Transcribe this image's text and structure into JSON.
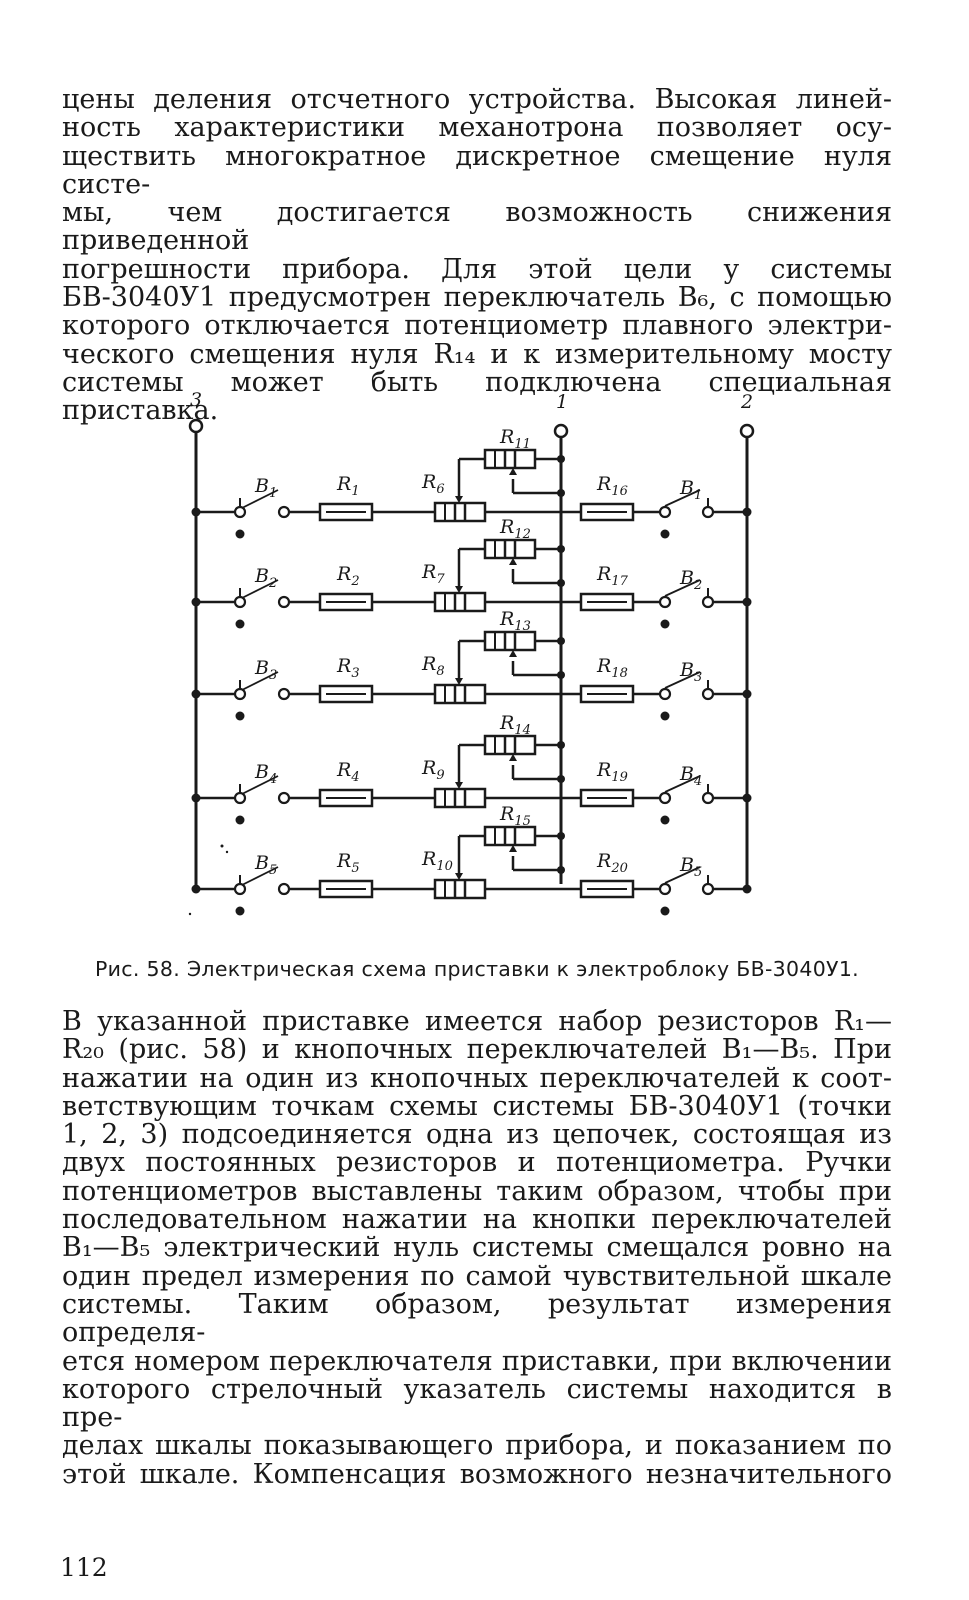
{
  "paragraph_top": {
    "lines": [
      "цены деления отсчетного устройства. Высокая линей-",
      "ность характеристики механотрона позволяет осу-",
      "ществить многократное дискретное смещение нуля систе-",
      "мы, чем достигается возможность снижения приведенной",
      "погрешности прибора. Для этой цели у системы",
      "БВ-3040У1 предусмотрен переключатель B₆, с помощью",
      "которого отключается потенциометр плавного электри-",
      "ческого смещения нуля R₁₄ и к измерительному мосту",
      "системы может быть подключена специальная приставка."
    ]
  },
  "figure": {
    "terminals": {
      "t3": "3",
      "t1": "1",
      "t2": "2"
    },
    "rows": [
      {
        "switch": "B",
        "switch_sub": "1",
        "r_left": "R",
        "r_left_sub": "1",
        "pot": "R",
        "pot_sub": "6",
        "pot_top": "R",
        "pot_top_sub": "11",
        "r_right": "R",
        "r_right_sub": "16"
      },
      {
        "switch": "B",
        "switch_sub": "2",
        "r_left": "R",
        "r_left_sub": "2",
        "pot": "R",
        "pot_sub": "7",
        "pot_top": "R",
        "pot_top_sub": "12",
        "r_right": "R",
        "r_right_sub": "17"
      },
      {
        "switch": "B",
        "switch_sub": "3",
        "r_left": "R",
        "r_left_sub": "3",
        "pot": "R",
        "pot_sub": "8",
        "pot_top": "R",
        "pot_top_sub": "13",
        "r_right": "R",
        "r_right_sub": "18"
      },
      {
        "switch": "B",
        "switch_sub": "4",
        "r_left": "R",
        "r_left_sub": "4",
        "pot": "R",
        "pot_sub": "9",
        "pot_top": "R",
        "pot_top_sub": "14",
        "r_right": "R",
        "r_right_sub": "19"
      },
      {
        "switch": "B",
        "switch_sub": "5",
        "r_left": "R",
        "r_left_sub": "5",
        "pot": "R",
        "pot_sub": "10",
        "pot_top": "R",
        "pot_top_sub": "15",
        "r_right": "R",
        "r_right_sub": "20"
      }
    ],
    "caption": "Рис. 58. Электрическая схема приставки к электроблоку БВ-3040У1."
  },
  "paragraph_bottom": {
    "lines": [
      "В указанной приставке имеется набор резисторов R₁—",
      "R₂₀ (рис. 58) и кнопочных переключателей B₁—B₅. При",
      "нажатии на один из кнопочных переключателей к соот-",
      "ветствующим точкам схемы системы БВ-3040У1 (точки",
      "1, 2, 3) подсоединяется одна из цепочек, состоящая из",
      "двух постоянных резисторов и потенциометра. Ручки",
      "потенциометров выставлены таким образом, чтобы при",
      "последовательном нажатии на кнопки переключателей",
      "B₁—B₅ электрический нуль системы смещался ровно на",
      "один предел измерения по самой чувствительной шкале",
      "системы. Таким образом, результат измерения определя-",
      "ется номером переключателя приставки, при включении",
      "которого стрелочный указатель системы находится в пре-",
      "делах шкалы показывающего прибора, и показанием по",
      "этой шкале. Компенсация возможного незначительного"
    ]
  },
  "page_number": "112"
}
